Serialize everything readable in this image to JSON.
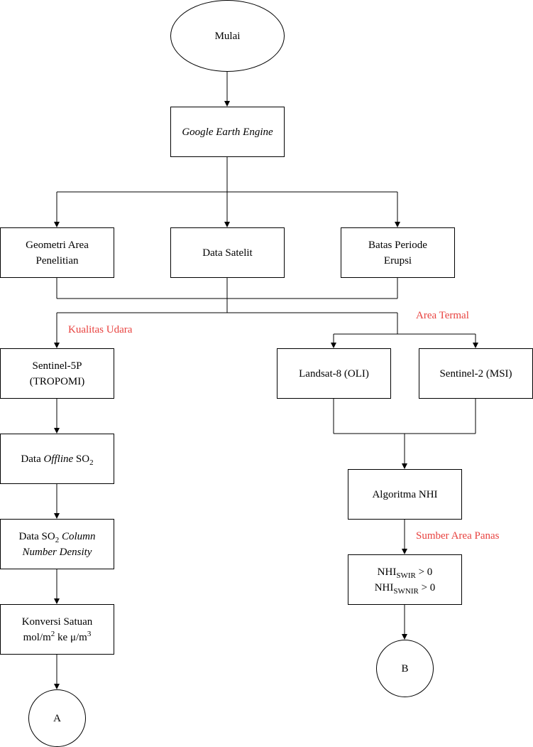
{
  "nodes": {
    "start": "Mulai",
    "gee": "Google Earth Engine",
    "geometri_line1": "Geometri Area",
    "geometri_line2": "Penelitian",
    "data_satelit": "Data Satelit",
    "batas_line1": "Batas Periode",
    "batas_line2": "Erupsi",
    "sentinel5p_line1": "Sentinel-5P",
    "sentinel5p_line2": "(TROPOMI)",
    "offline_pre": "Data ",
    "offline_italic": "Offline",
    "offline_so": " SO",
    "offline_sub": "2",
    "colnum_pre": "Data SO",
    "colnum_sub": "2",
    "colnum_italic1": " Column",
    "colnum_italic2": "Number Density",
    "konversi_line1": "Konversi Satuan",
    "konversi_mol": "mol/m",
    "konversi_sup1": "2",
    "konversi_mid": " ke μ/m",
    "konversi_sup2": "3",
    "end_a": "A",
    "landsat": "Landsat-8 (OLI)",
    "sentinel2": "Sentinel-2 (MSI)",
    "nhi_algo": "Algoritma NHI",
    "nhi_cond1_base": "NHI",
    "nhi_cond1_sub": "SWIR",
    "nhi_cond1_rest": " > 0",
    "nhi_cond2_base": "NHI",
    "nhi_cond2_sub": "SWNIR",
    "nhi_cond2_rest": " > 0",
    "end_b": "B"
  },
  "labels": {
    "kualitas_udara": "Kualitas Udara",
    "area_termal": "Area Termal",
    "sumber_area_panas": "Sumber Area Panas"
  },
  "colors": {
    "label_red": "#e8423f",
    "stroke": "#000000"
  }
}
